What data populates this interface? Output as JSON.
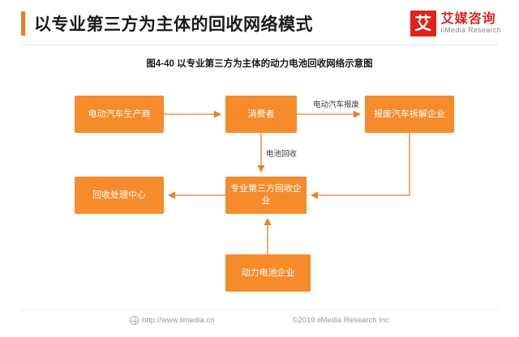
{
  "header": {
    "title": "以专业第三方为主体的回收网络模式",
    "logo": {
      "mark": "艾",
      "cn": "艾媒咨询",
      "en": "iiMedia Research"
    }
  },
  "figure": {
    "caption": "图4-40 以专业第三方为主体的动力电池回收网络示意图"
  },
  "chart_data": {
    "type": "diagram",
    "title": "图4-40 以专业第三方为主体的动力电池回收网络示意图",
    "nodes": [
      {
        "id": "producer",
        "label": "电动汽车生产商"
      },
      {
        "id": "consumer",
        "label": "消费者"
      },
      {
        "id": "dismantle",
        "label": "报废汽车拆解企业"
      },
      {
        "id": "recycle",
        "label": "回收处理中心"
      },
      {
        "id": "third",
        "label": "专业第三方回收企业"
      },
      {
        "id": "battery",
        "label": "动力电池企业"
      }
    ],
    "edges": [
      {
        "from": "producer",
        "to": "consumer",
        "label": ""
      },
      {
        "from": "consumer",
        "to": "dismantle",
        "label": "电动汽车报废"
      },
      {
        "from": "consumer",
        "to": "third",
        "label": "电池回收"
      },
      {
        "from": "dismantle",
        "to": "third",
        "label": ""
      },
      {
        "from": "third",
        "to": "recycle",
        "label": ""
      },
      {
        "from": "battery",
        "to": "third",
        "label": ""
      }
    ],
    "edge_labels": {
      "scrap": "电动汽车报废",
      "battery_recovery": "电池回收"
    },
    "colors": {
      "node": "#f68b2c",
      "edge": "#f07c23",
      "accent": "#e2231a",
      "node_text": "#ffffff"
    }
  },
  "footer": {
    "url": "http://www.iimedia.cn",
    "copyright": "©2019  iiMedia Research  Inc"
  }
}
